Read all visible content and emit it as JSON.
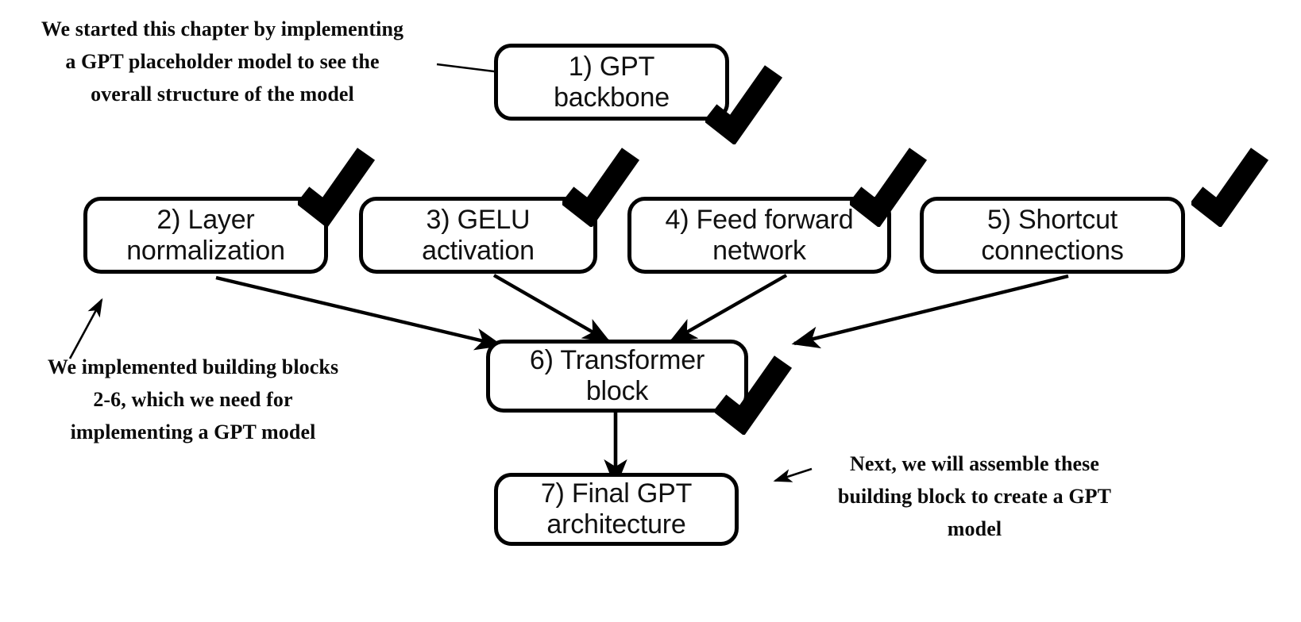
{
  "diagram": {
    "title": "GPT chapter building blocks flowchart",
    "background_color": "#ffffff",
    "stroke_color": "#000000",
    "text_color": "#111111"
  },
  "nodes": [
    {
      "id": "gpt-backbone",
      "label": "1) GPT\nbackbone",
      "checked": true
    },
    {
      "id": "layer-normalization",
      "label": "2) Layer\nnormalization",
      "checked": true
    },
    {
      "id": "gelu-activation",
      "label": "3) GELU\nactivation",
      "checked": true
    },
    {
      "id": "feed-forward-network",
      "label": "4) Feed forward\nnetwork",
      "checked": true
    },
    {
      "id": "shortcut-connections",
      "label": "5) Shortcut\nconnections",
      "checked": true
    },
    {
      "id": "transformer-block",
      "label": "6) Transformer\nblock",
      "checked": true
    },
    {
      "id": "final-gpt-architecture",
      "label": "7) Final GPT\narchitecture",
      "checked": false
    }
  ],
  "annotations": [
    {
      "id": "top-left-note",
      "text": "We started this chapter by implementing a GPT placeholder model to see the overall structure of the model",
      "lines": [
        "We started this chapter by implementing",
        "a GPT placeholder model to see the",
        "overall structure of the model"
      ]
    },
    {
      "id": "bottom-left-note",
      "text": "We implemented building blocks 2-6, which we need for implementing a GPT model",
      "lines": [
        "We implemented building blocks",
        "2-6, which we need for",
        "implementing a GPT model"
      ]
    },
    {
      "id": "bottom-right-note",
      "text": "Next, we will assemble these building block to create a GPT model",
      "lines": [
        "Next, we will assemble these",
        "building block to create a GPT",
        "model"
      ]
    }
  ],
  "edges": [
    {
      "from": "top-left-note",
      "to": "gpt-backbone"
    },
    {
      "from": "layer-normalization",
      "to": "transformer-block"
    },
    {
      "from": "gelu-activation",
      "to": "transformer-block"
    },
    {
      "from": "feed-forward-network",
      "to": "transformer-block"
    },
    {
      "from": "shortcut-connections",
      "to": "transformer-block"
    },
    {
      "from": "transformer-block",
      "to": "final-gpt-architecture"
    },
    {
      "from": "bottom-left-note",
      "to": "layer-normalization"
    },
    {
      "from": "bottom-right-note",
      "to": "final-gpt-architecture"
    }
  ],
  "checkmark": {
    "name": "checkmark-icon",
    "color": "#000000",
    "count": 6
  }
}
